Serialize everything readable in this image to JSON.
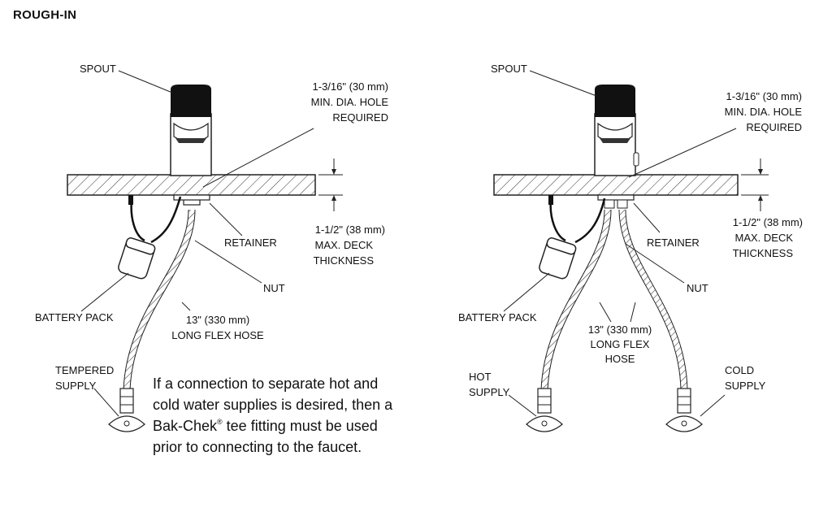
{
  "heading": "ROUGH-IN",
  "left_diagram": {
    "spout": "SPOUT",
    "hole": [
      "1-3/16\" (30 mm)",
      "MIN. DIA. HOLE",
      "REQUIRED"
    ],
    "deck": [
      "1-1/2\" (38 mm)",
      "MAX. DECK",
      "THICKNESS"
    ],
    "retainer": "RETAINER",
    "nut": "NUT",
    "battery_pack": "BATTERY PACK",
    "hose": [
      "13\" (330 mm)",
      "LONG FLEX HOSE"
    ],
    "supply": [
      "TEMPERED",
      "SUPPLY"
    ]
  },
  "note": {
    "line1": "If a connection to separate hot and",
    "line2": "cold water supplies is desired, then a",
    "line3_pre": "Bak-Chek",
    "line3_mark": "®",
    "line3_post": " tee fitting must be used",
    "line4": "prior to connecting to the faucet."
  },
  "right_diagram": {
    "spout": "SPOUT",
    "hole": [
      "1-3/16\" (30 mm)",
      "MIN. DIA. HOLE",
      "REQUIRED"
    ],
    "deck": [
      "1-1/2\" (38 mm)",
      "MAX. DECK",
      "THICKNESS"
    ],
    "retainer": "RETAINER",
    "nut": "NUT",
    "battery_pack": "BATTERY PACK",
    "hose": [
      "13\" (330 mm)",
      "LONG FLEX",
      "HOSE"
    ],
    "hot_supply": [
      "HOT",
      "SUPPLY"
    ],
    "cold_supply": [
      "COLD",
      "SUPPLY"
    ]
  }
}
